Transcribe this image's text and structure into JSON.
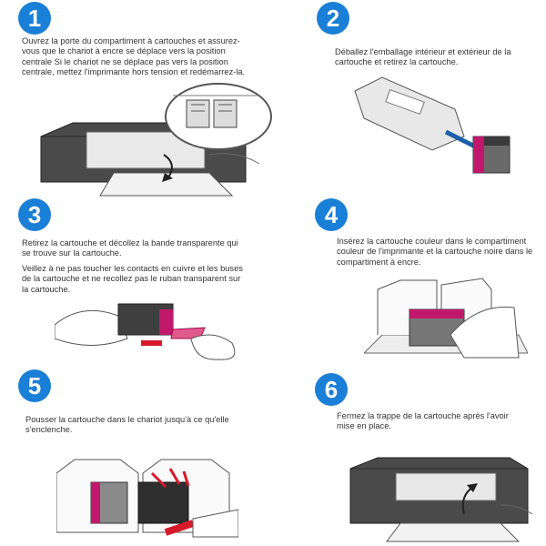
{
  "steps": [
    {
      "number": "1",
      "paragraphs": [
        "Ouvrez la porte du compartiment à cartouches et assurez-vous que le chariot à encre se déplace vers la position centrale Si le chariot ne se déplace pas vers la position centrale, mettez l'imprimante hors tension et redémarrez-la."
      ]
    },
    {
      "number": "2",
      "paragraphs": [
        "Déballez l'emballage intérieur et extérieur de la cartouche et retirez la cartouche."
      ]
    },
    {
      "number": "3",
      "paragraphs": [
        "Retirez la cartouche et décollez la bande transparente qui se trouve sur la cartouche.",
        "Veillez à ne pas toucher les contacts en cuivre et les buses de la cartouche et ne recollez pas le ruban transparent sur la cartouche."
      ]
    },
    {
      "number": "4",
      "paragraphs": [
        "Insérez la cartouche couleur dans le compartiment couleur de l'imprimante et la cartouche noire dans le compartiment à encre."
      ]
    },
    {
      "number": "5",
      "paragraphs": [
        "Pousser la cartouche dans le chariot jusqu'à ce qu'elle s'enclenche."
      ]
    },
    {
      "number": "6",
      "paragraphs": [
        "Fermez la trappe de la cartouche après l'avoir mise en place."
      ]
    }
  ],
  "colors": {
    "badge": "#1a7fd6",
    "magenta": "#c2186b",
    "arrow_red": "#d61a2a",
    "outline": "#555555"
  }
}
